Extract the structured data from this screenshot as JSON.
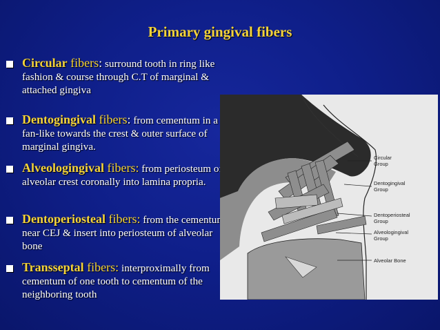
{
  "slide": {
    "title": "Primary gingival fibers",
    "items": [
      {
        "term": "Circular",
        "fibers": "fibers",
        "colon": ":",
        "description": "surround tooth in ring like fashion & course through C.T of marginal & attached gingiva"
      },
      {
        "term": "Dentogingival",
        "fibers": "fibers",
        "colon": ":",
        "description": "from cementum in a fan-like towards the crest & outer surface of marginal gingiva."
      },
      {
        "term": "Alveologingival",
        "fibers": "fibers:",
        "colon": "",
        "description": "from periosteum of alveolar crest coronally into lamina propria."
      },
      {
        "term": "Dentoperiosteal",
        "fibers": "fibers:",
        "colon": "",
        "description": "from the cementum near CEJ & insert into periosteum of alveolar bone"
      },
      {
        "term": "Transseptal",
        "fibers": "fibers:",
        "colon": "",
        "description": "interproximally from cementum of one tooth to cementum of the neighboring tooth"
      }
    ]
  },
  "figure": {
    "labels": {
      "circular_1": "Circular",
      "circular_2": "Group",
      "dentogingival_1": "Dentogingival",
      "dentogingival_2": "Group",
      "dentoperiosteal_1": "Dentoperiosteal",
      "dentoperiosteal_2": "Group",
      "alveologingival_1": "Alveologingival",
      "alveologingival_2": "Group",
      "alveolar_bone": "Alveolar Bone"
    }
  }
}
